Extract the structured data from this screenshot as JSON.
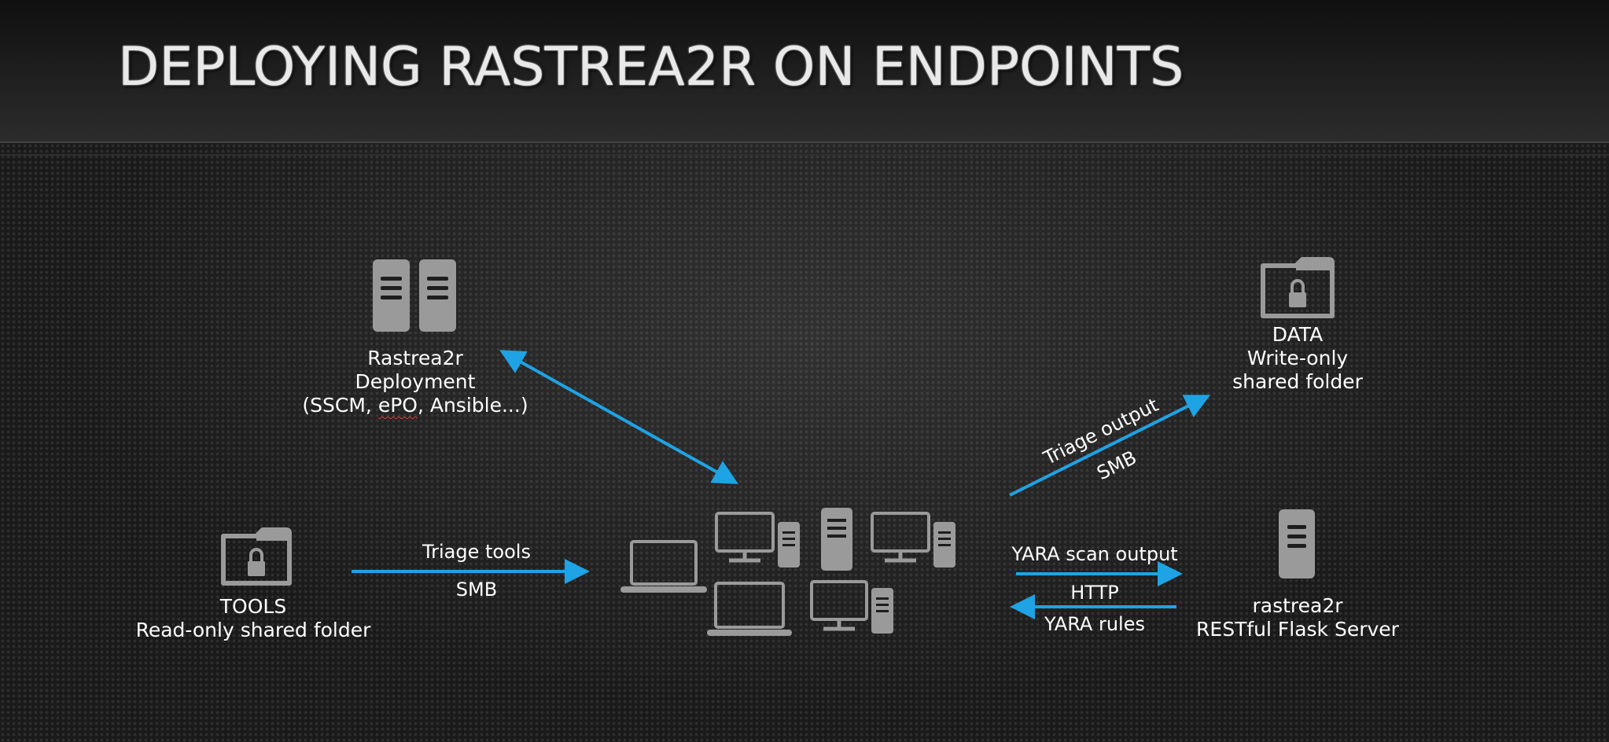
{
  "title": "DEPLOYING RASTREA2R ON ENDPOINTS",
  "nodes": {
    "deployment": {
      "line1": "Rastrea2r",
      "line2": "Deployment",
      "line3_pre": "(SSCM, ",
      "line3_mid": "ePO",
      "line3_post": ", Ansible...)",
      "icon": "server-pair-icon"
    },
    "data": {
      "line1": "DATA",
      "line2": "Write-only",
      "line3": "shared folder",
      "icon": "locked-folder-icon"
    },
    "tools": {
      "line1": "TOOLS",
      "line2": "Read-only shared folder",
      "icon": "locked-folder-icon"
    },
    "server": {
      "line1": "rastrea2r",
      "line2": "RESTful Flask Server",
      "icon": "server-tower-icon"
    },
    "endpoints": {
      "icon": "endpoint-computers-icon"
    }
  },
  "edges": {
    "tools_to_endpoints": {
      "top": "Triage tools",
      "bottom": "SMB"
    },
    "endpoints_to_data": {
      "top": "Triage output",
      "bottom": "SMB"
    },
    "endpoints_to_server": {
      "top": "YARA scan output",
      "middle": "HTTP",
      "bottom": "YARA rules"
    }
  },
  "colors": {
    "arrow": "#1ea3e4",
    "icon": "#9a9a9a",
    "text": "#ffffff"
  }
}
